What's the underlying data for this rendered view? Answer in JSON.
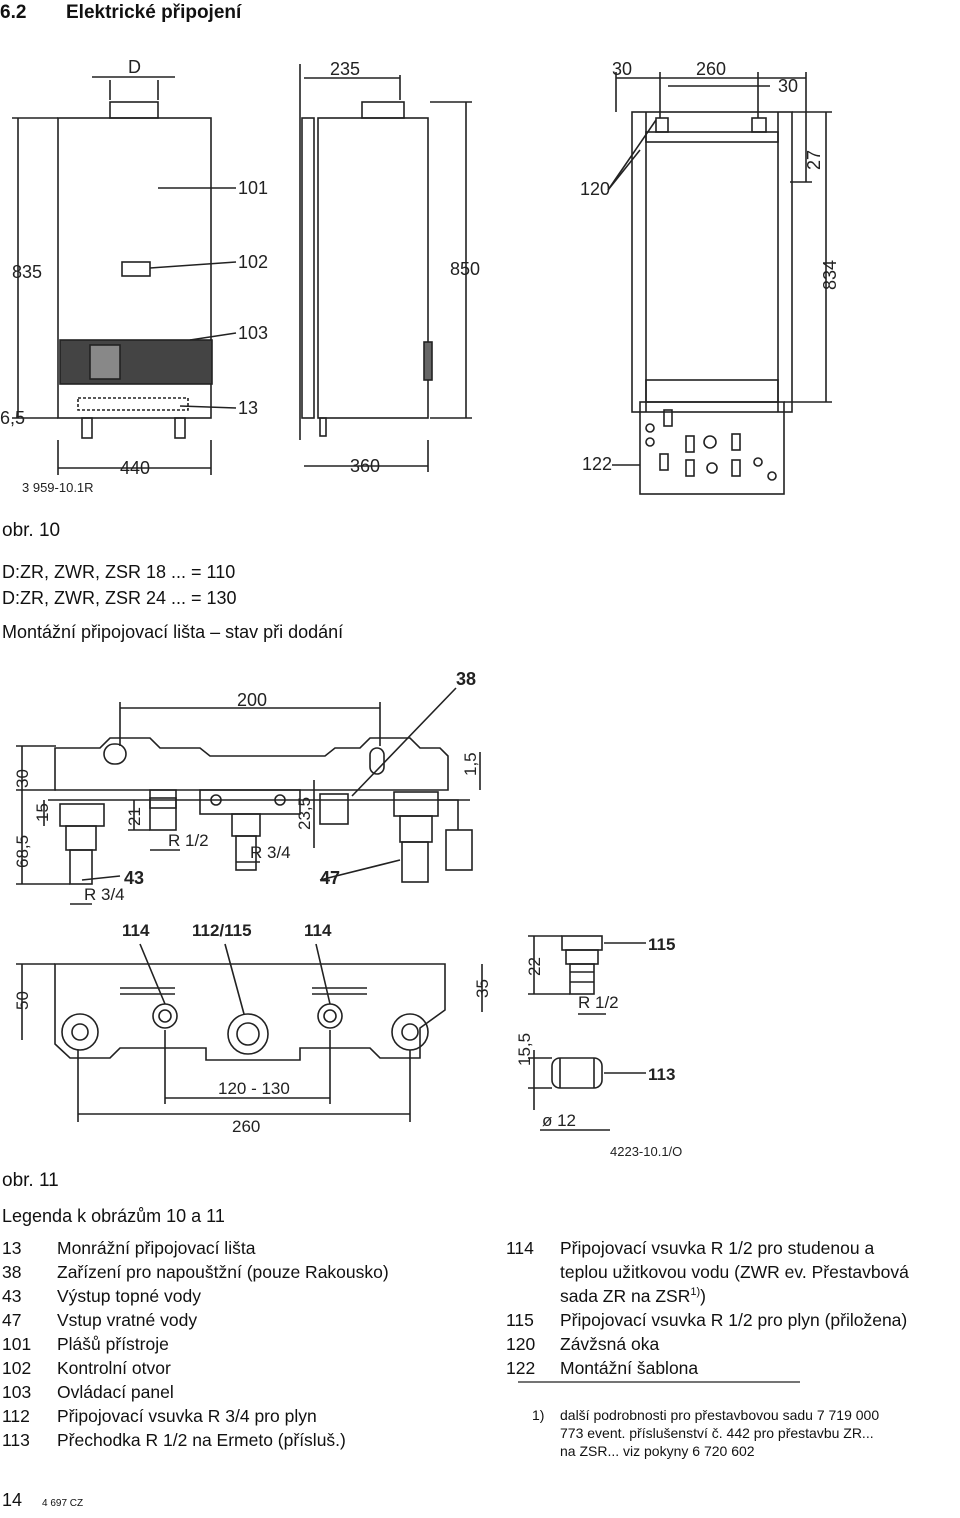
{
  "header": {
    "section_number": "6.2",
    "section_title": "Elektrické připojení"
  },
  "fig10": {
    "dims": {
      "d": "D",
      "w235": "235",
      "w260": "260",
      "w30a": "30",
      "w30b": "30",
      "h27": "27",
      "h835": "835",
      "h850": "850",
      "h834": "834",
      "h65": "6,5",
      "w440": "440",
      "w360": "360"
    },
    "callouts": {
      "c101": "101",
      "c102": "102",
      "c103": "103",
      "c13": "13",
      "c120": "120",
      "c122": "122"
    },
    "code": "3 959-10.1R",
    "caption": "obr. 10",
    "lines": [
      "D:ZR, ZWR, ZSR 18 ... = 110",
      "D:ZR, ZWR, ZSR 24 ... = 130"
    ],
    "subtitle": "Montážní připojovací lišta – stav při dodání"
  },
  "fig11": {
    "dims": {
      "w200": "200",
      "h30": "30",
      "h15": "15",
      "h685": "68,5",
      "h21": "21",
      "h235": "23,5",
      "h15b": "1,5",
      "r12": "R 1/2",
      "r34a": "R 3/4",
      "r34b": "R 3/4",
      "h50": "50",
      "h35": "35",
      "w120130": "120 - 130",
      "w260": "260",
      "h22": "22",
      "r12b": "R 1/2",
      "h155": "15,5",
      "d12": "ø 12"
    },
    "callouts": {
      "c38": "38",
      "c43": "43",
      "c47": "47",
      "c114a": "114",
      "c112115": "112/115",
      "c114b": "114",
      "c115": "115",
      "c113": "113"
    },
    "code": "4223-10.1/O",
    "caption": "obr. 11"
  },
  "legend": {
    "title": "Legenda k obrázům 10 a 11",
    "left": [
      {
        "num": "13",
        "text": "Monrážní připojovací lišta"
      },
      {
        "num": "38",
        "text": "Zařízení pro napouštžní (pouze Rakousko)"
      },
      {
        "num": "43",
        "text": "Výstup topné vody"
      },
      {
        "num": "47",
        "text": "Vstup vratné vody"
      },
      {
        "num": "101",
        "text": "Plášů přístroje"
      },
      {
        "num": "102",
        "text": "Kontrolní otvor"
      },
      {
        "num": "103",
        "text": "Ovládací panel"
      },
      {
        "num": "112",
        "text": "Připojovací vsuvka R 3/4 pro plyn"
      },
      {
        "num": "113",
        "text": "Přechodka R 1/2 na Ermeto (přísluš.)"
      }
    ],
    "right": [
      {
        "num": "114",
        "lines": [
          "Připojovací vsuvka R 1/2 pro studenou a",
          "teplou užitkovou vodu (ZWR ev. Přestavbová",
          "sada ZR na ZSR"
        ],
        "sup": "1)",
        "tail": ")"
      },
      {
        "num": "115",
        "lines": [
          "Připojovací vsuvka R 1/2 pro plyn (přiložena)"
        ]
      },
      {
        "num": "120",
        "lines": [
          "Závžsná oka"
        ]
      },
      {
        "num": "122",
        "lines": [
          "Montážní šablona"
        ]
      }
    ],
    "footnote": {
      "mark": "1)",
      "lines": [
        "další podrobnosti pro přestavbovou sadu 7 719 000",
        "773 event. příslušenství č. 442 pro přestavbu ZR...",
        "na ZSR... viz pokyny 6 720 602"
      ]
    }
  },
  "footer": {
    "page": "14",
    "doc_code": "4 697 CZ"
  }
}
